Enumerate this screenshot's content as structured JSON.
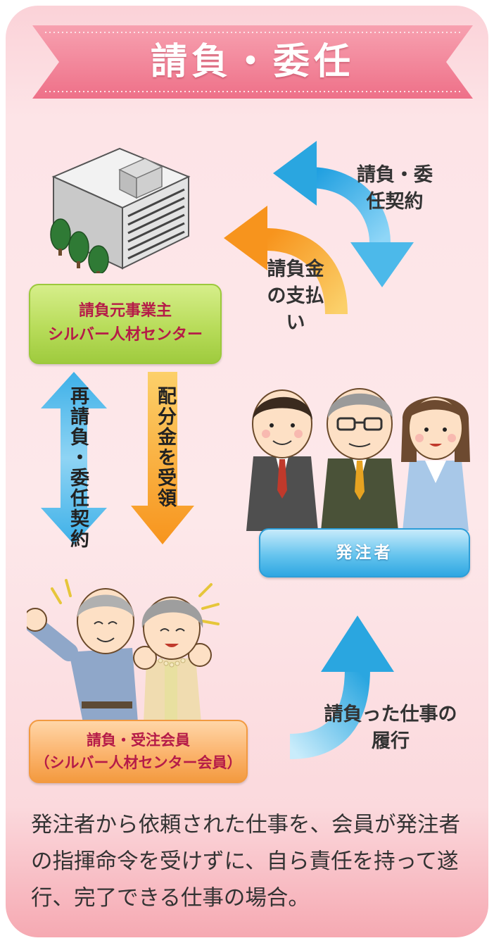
{
  "title": "請負・委任",
  "labels": {
    "contract": "請負・委任契約",
    "payment": "請負金の支払い",
    "subcontract": "再請負・委任契約",
    "distribution": "配分金を受領",
    "execution": "請負った仕事の履行"
  },
  "boxes": {
    "contractor_line1": "請負元事業主",
    "contractor_line2": "シルバー人材センター",
    "client": "発注者",
    "member_line1": "請負・受注会員",
    "member_line2": "（シルバー人材センター会員）"
  },
  "description": "発注者から依頼された仕事を、会員が発注者の指揮命令を受けずに、自ら責任を持って遂行、完了できる仕事の場合。",
  "colors": {
    "ribbon": "#f07f94",
    "arrow_blue": "#2aa6e0",
    "arrow_orange": "#f7941d",
    "box_green": "#b8dc5a",
    "box_blue": "#2ea7e2",
    "box_orange": "#f7a24c",
    "accent_text": "#b51b48"
  },
  "icons": [
    "building-icon",
    "business-people-illustration",
    "senior-members-illustration"
  ]
}
